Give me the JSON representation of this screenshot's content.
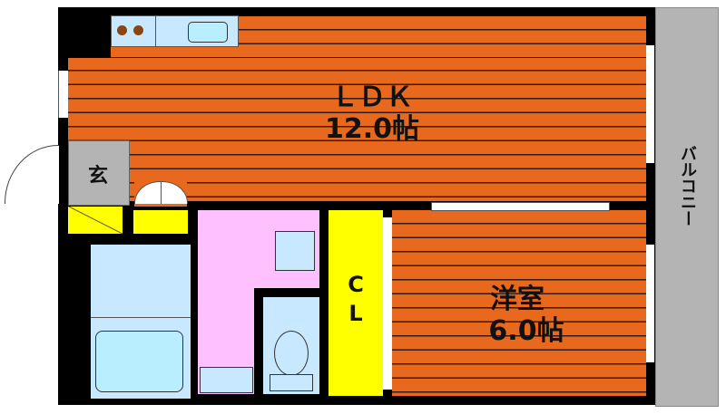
{
  "rooms": {
    "ldk": {
      "name": "ＬＤＫ",
      "size": "12.0帖"
    },
    "western": {
      "name": "洋室",
      "size": "6.0帖"
    },
    "closet": {
      "name_line1": "C",
      "name_line2": "L"
    },
    "entrance": {
      "name": "玄"
    },
    "balcony": {
      "name": "バルコニー"
    }
  },
  "colors": {
    "floor": "#e8691e",
    "wall": "#000000",
    "entrance": "#b4b4b4",
    "storage": "#ffff00",
    "wash": "#ffc0ff",
    "bath": "#c8e8ff",
    "balcony": "#b4b4b4"
  }
}
